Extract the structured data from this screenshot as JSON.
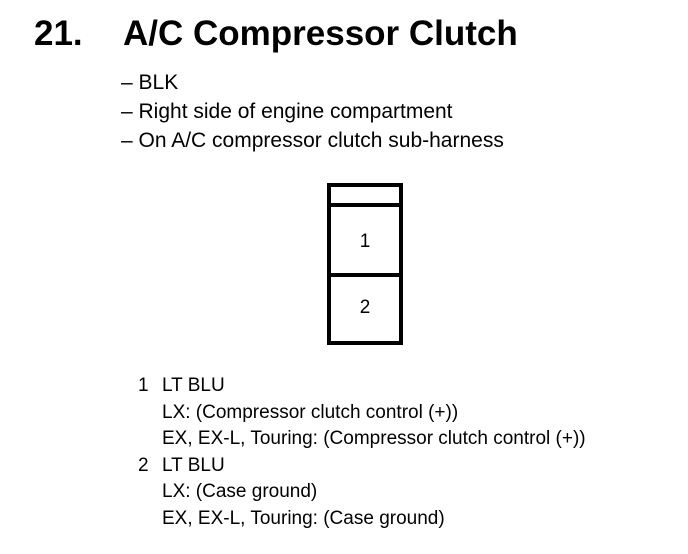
{
  "heading": {
    "number": "21.",
    "title": "A/C Compressor Clutch"
  },
  "notes": [
    "– BLK",
    "– Right side of engine compartment",
    "– On A/C compressor clutch sub-harness"
  ],
  "connector": {
    "terminals": [
      "1",
      "2"
    ]
  },
  "pins": [
    {
      "number": "1",
      "wire": "LT BLU",
      "details": [
        "LX: (Compressor clutch control (+))",
        "EX, EX-L, Touring: (Compressor clutch control (+))"
      ]
    },
    {
      "number": "2",
      "wire": "LT BLU",
      "details": [
        "LX: (Case ground)",
        "EX, EX-L, Touring: (Case ground)"
      ]
    }
  ]
}
